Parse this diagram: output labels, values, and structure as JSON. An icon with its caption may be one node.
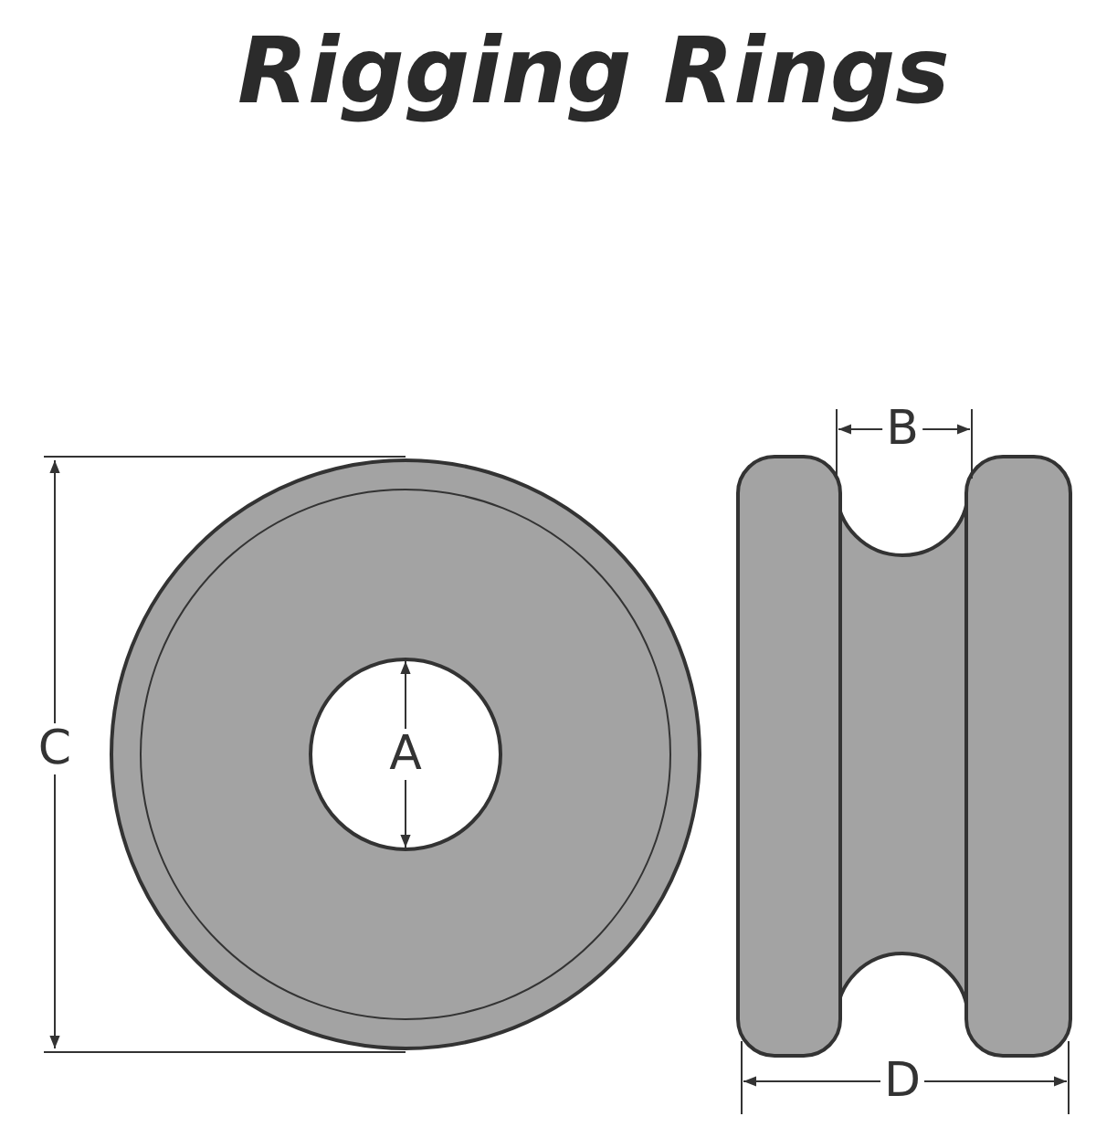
{
  "diagram": {
    "title": "Rigging Rings",
    "labels": [
      "B",
      "C",
      "A",
      "D"
    ]
  }
}
